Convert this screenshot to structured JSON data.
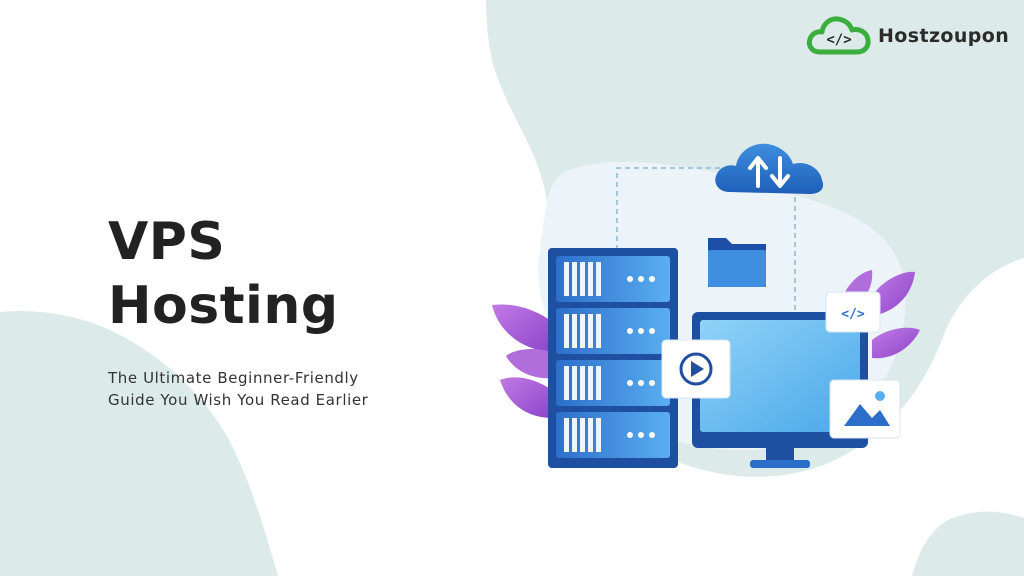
{
  "brand": {
    "name": "Hostzoupon",
    "logo_glyph": "</>",
    "colors": {
      "green": "#3cae3e",
      "dark": "#2b2b2b"
    }
  },
  "hero": {
    "title_line1": "VPS",
    "title_line2": "Hosting",
    "subtitle_line1": "The Ultimate Beginner-Friendly",
    "subtitle_line2": "Guide You Wish You Read Earlier"
  },
  "illustration": {
    "code_badge": "</>",
    "icons": [
      "cloud-sync-icon",
      "folder-icon",
      "server-rack-icon",
      "monitor-icon",
      "play-icon",
      "image-icon",
      "code-icon",
      "leaf-icon"
    ],
    "colors": {
      "blue": "#2f7fd6",
      "light_blue": "#5fb3f0",
      "navy": "#1e4fa8",
      "purple": "#a35fd6",
      "mint": "#dcebea"
    }
  }
}
